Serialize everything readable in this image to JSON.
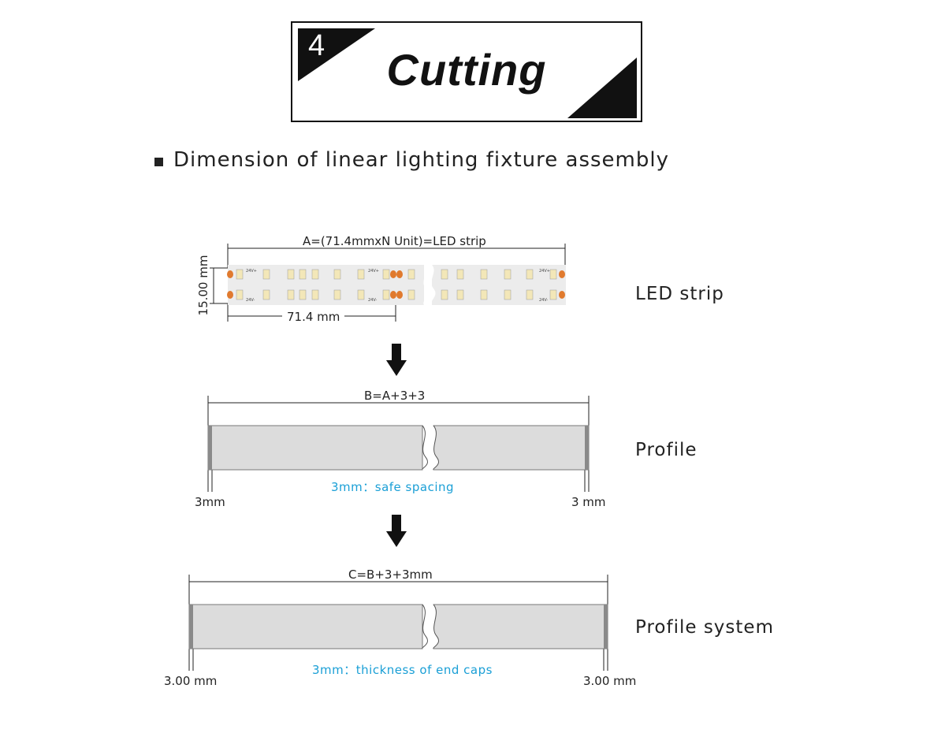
{
  "header": {
    "step_number": "4",
    "title": "Cutting"
  },
  "section": {
    "heading": "Dimension of linear lighting fixture assembly"
  },
  "led_strip": {
    "label": "LED strip",
    "length_formula": "A=(71.4mmxN Unit)=LED strip",
    "unit_length": "71.4 mm",
    "width": "15.00 mm",
    "silk_positive": "24V+",
    "silk_negative": "24V-"
  },
  "profile": {
    "label": "Profile",
    "length_formula": "B=A+3+3",
    "left_margin": "3mm",
    "right_margin": "3 mm",
    "note": "3mm：safe spacing"
  },
  "profile_system": {
    "label": "Profile system",
    "length_formula": "C=B+3+3mm",
    "left_cap": "3.00 mm",
    "right_cap": "3.00 mm",
    "note": "3mm：thickness of end caps"
  },
  "colors": {
    "profile_fill": "#dcdcdc",
    "end_cap": "#8a8a8a",
    "note_blue": "#1a9fd6",
    "solder_pad": "#e07a2e",
    "led_chip": "#f3e7b8"
  }
}
